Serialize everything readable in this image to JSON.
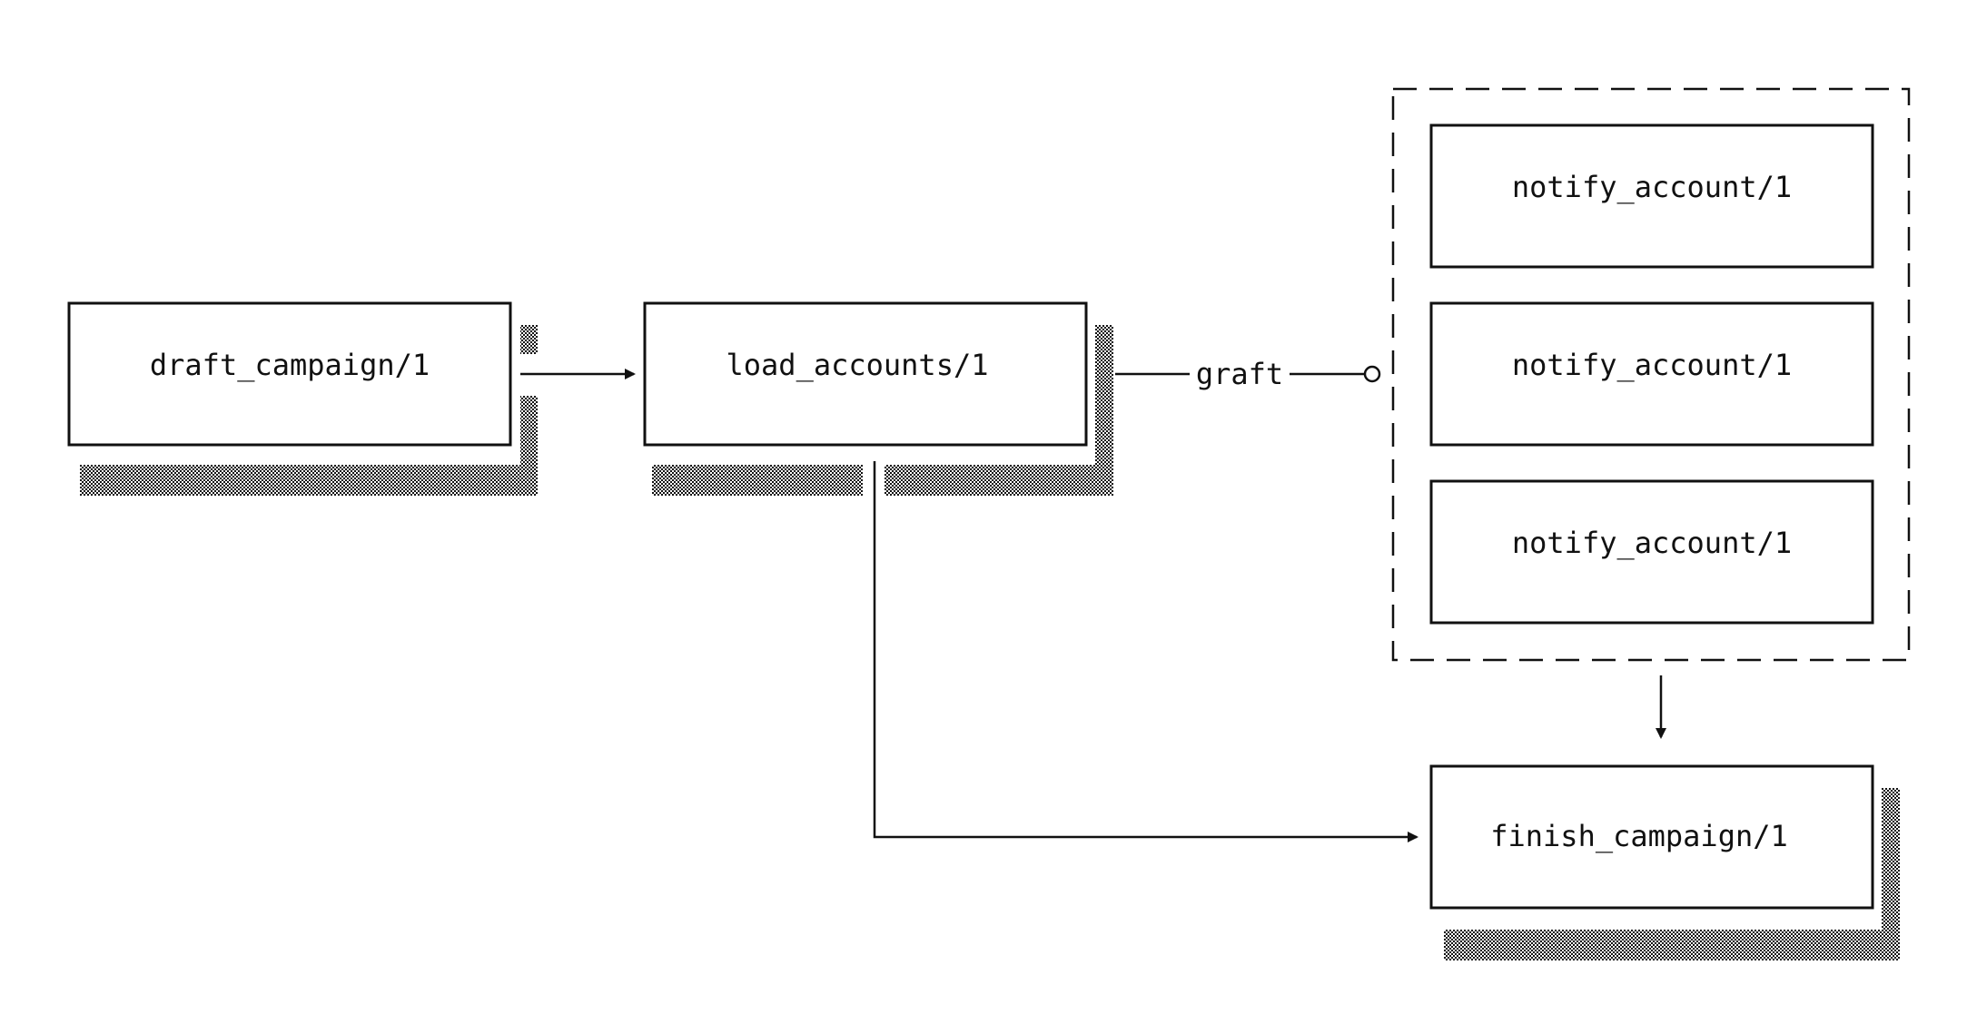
{
  "diagram": {
    "nodes": {
      "draft_campaign": {
        "label": "draft_campaign/1"
      },
      "load_accounts": {
        "label": "load_accounts/1"
      },
      "notify_account_1": {
        "label": "notify_account/1"
      },
      "notify_account_2": {
        "label": "notify_account/1"
      },
      "notify_account_3": {
        "label": "notify_account/1"
      },
      "finish_campaign": {
        "label": "finish_campaign/1"
      }
    },
    "edges": {
      "graft_label": "graft"
    },
    "colors": {
      "ink": "#111111",
      "background": "#ffffff"
    }
  }
}
